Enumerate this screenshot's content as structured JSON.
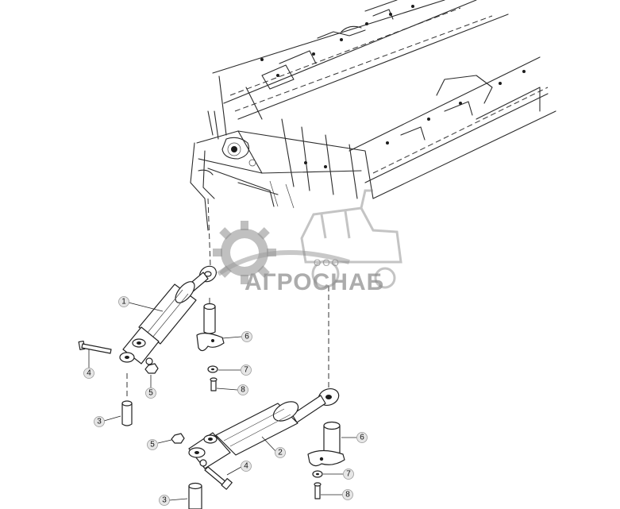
{
  "watermark": {
    "prefix": "ООО",
    "name": "АГРОСНАБ"
  },
  "callouts": [
    {
      "id": "c1",
      "label": "1"
    },
    {
      "id": "c2",
      "label": "2"
    },
    {
      "id": "c3a",
      "label": "3"
    },
    {
      "id": "c3b",
      "label": "3"
    },
    {
      "id": "c4a",
      "label": "4"
    },
    {
      "id": "c4b",
      "label": "4"
    },
    {
      "id": "c5a",
      "label": "5"
    },
    {
      "id": "c5b",
      "label": "5"
    },
    {
      "id": "c6a",
      "label": "6"
    },
    {
      "id": "c6b",
      "label": "6"
    },
    {
      "id": "c7a",
      "label": "7"
    },
    {
      "id": "c7b",
      "label": "7"
    },
    {
      "id": "c8a",
      "label": "8"
    },
    {
      "id": "c8b",
      "label": "8"
    }
  ]
}
